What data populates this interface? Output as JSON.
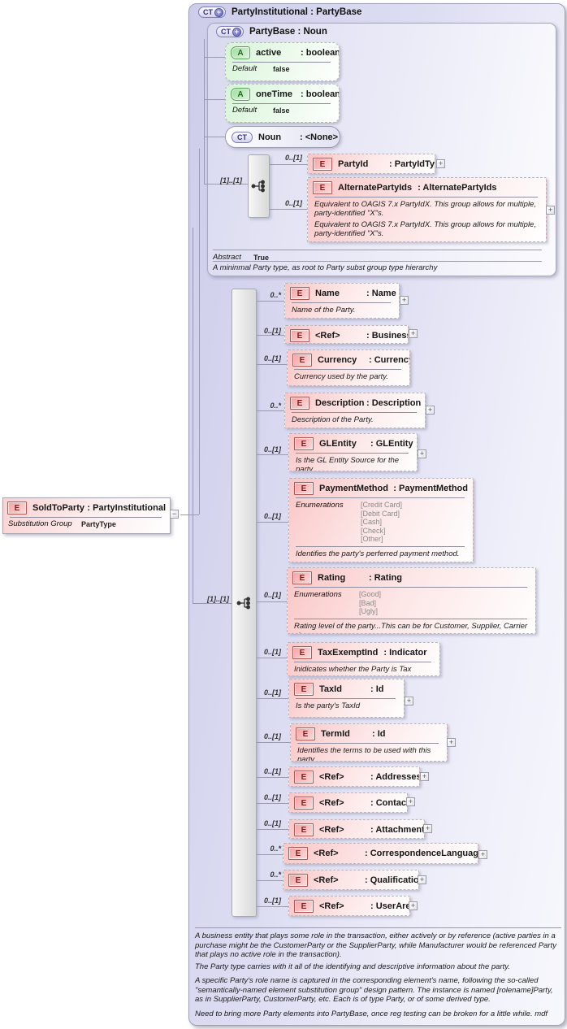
{
  "icons": {
    "element": "E",
    "attribute": "A",
    "complex_type": "CT",
    "extension": "+",
    "expand": "+",
    "collapse": "−"
  },
  "root_element": {
    "name": "SoldToParty",
    "type": "PartyInstitutional",
    "substitution_group_label": "Substitution Group",
    "substitution_group_value": "PartyType"
  },
  "main_type": {
    "title": "PartyInstitutional : PartyBase",
    "footer_paragraphs": [
      "A business entity that plays some role in the transaction, either actively or  by reference (active parties  in a purchase might be the CustomerParty or the SupplierParty, while Manufacturer would be referenced Party that plays no active role in the transaction).",
      "The Party type carries with it all of the identifying and descriptive information about the party.",
      "A specific Party's role name is captured in the corresponding element's name, following the so-called \"semantically-named element substitution group\" design pattern. The instance is named [rolename]Party, as in SupplierParty, CustomerParty, etc. Each is of type Party, or of some derived type.",
      "Need to bring more Party elements into PartyBase, once reg testing can be broken for a little while. mdf"
    ]
  },
  "base_type": {
    "title": "PartyBase : Noun",
    "attributes": [
      {
        "name": "active",
        "type": "boolean",
        "default_label": "Default",
        "default_value": "false"
      },
      {
        "name": "oneTime",
        "type": "boolean",
        "default_label": "Default",
        "default_value": "false"
      }
    ],
    "nested_type": {
      "name": "Noun",
      "type": "<None>"
    },
    "sequence_cardinality": "[1]..[1]",
    "elements": [
      {
        "cardinality": "0..[1]",
        "name": "PartyId",
        "type": "PartyIdType"
      },
      {
        "cardinality": "0..[1]",
        "name": "AlternatePartyIds",
        "type": "AlternatePartyIds",
        "annotation": [
          "Equivalent to OAGIS 7.x PartyIdX. This group allows for multiple, party-identified \"X\"s.",
          "Equivalent to OAGIS 7.x PartyIdX. This group allows for multiple, party-identified \"X\"s."
        ]
      }
    ],
    "abstract_label": "Abstract",
    "abstract_value": "True",
    "documentation": "A mininmal Party type, as root to Party subst group type hierarchy"
  },
  "content_model": {
    "sequence_cardinality": "[1]..[1]",
    "elements": [
      {
        "cardinality": "0..*",
        "name": "Name",
        "type": "Name",
        "annotation": "Name of the Party."
      },
      {
        "cardinality": "0..[1]",
        "name": "<Ref>",
        "type": "Business"
      },
      {
        "cardinality": "0..[1]",
        "name": "Currency",
        "type": "Currency",
        "annotation": "Currency used by the party."
      },
      {
        "cardinality": "0..*",
        "name": "Description",
        "type": "Description",
        "annotation": "Description of the Party."
      },
      {
        "cardinality": "0..[1]",
        "name": "GLEntity",
        "type": "GLEntity",
        "annotation": "Is the GL Entity Source for the party."
      },
      {
        "cardinality": "0..[1]",
        "name": "PaymentMethod",
        "type": "PaymentMethod",
        "annotation": "Identifies the party's perferred payment method.",
        "enumerations_label": "Enumerations",
        "enumerations": [
          "[Credit Card]",
          "[Debit Card]",
          "[Cash]",
          "[Check]",
          "[Other]"
        ]
      },
      {
        "cardinality": "0..[1]",
        "name": "Rating",
        "type": "Rating",
        "annotation": "Rating level of the party...This can be for Customer, Supplier, Carrier etc.",
        "enumerations_label": "Enumerations",
        "enumerations": [
          "[Good]",
          "[Bad]",
          "[Ugly]"
        ]
      },
      {
        "cardinality": "0..[1]",
        "name": "TaxExemptInd",
        "type": "Indicator",
        "annotation": "Inidicates whether the Party is Tax exempt."
      },
      {
        "cardinality": "0..[1]",
        "name": "TaxId",
        "type": "Id",
        "annotation": "Is the party's TaxId"
      },
      {
        "cardinality": "0..[1]",
        "name": "TermId",
        "type": "Id",
        "annotation": "Identifies the terms to be used with this party."
      },
      {
        "cardinality": "0..[1]",
        "name": "<Ref>",
        "type": "Addresses"
      },
      {
        "cardinality": "0..[1]",
        "name": "<Ref>",
        "type": "Contacts"
      },
      {
        "cardinality": "0..[1]",
        "name": "<Ref>",
        "type": "Attachments"
      },
      {
        "cardinality": "0..*",
        "name": "<Ref>",
        "type": "CorrespondenceLanguage"
      },
      {
        "cardinality": "0..*",
        "name": "<Ref>",
        "type": "Qualification"
      },
      {
        "cardinality": "0..[1]",
        "name": "<Ref>",
        "type": "UserArea"
      }
    ]
  }
}
